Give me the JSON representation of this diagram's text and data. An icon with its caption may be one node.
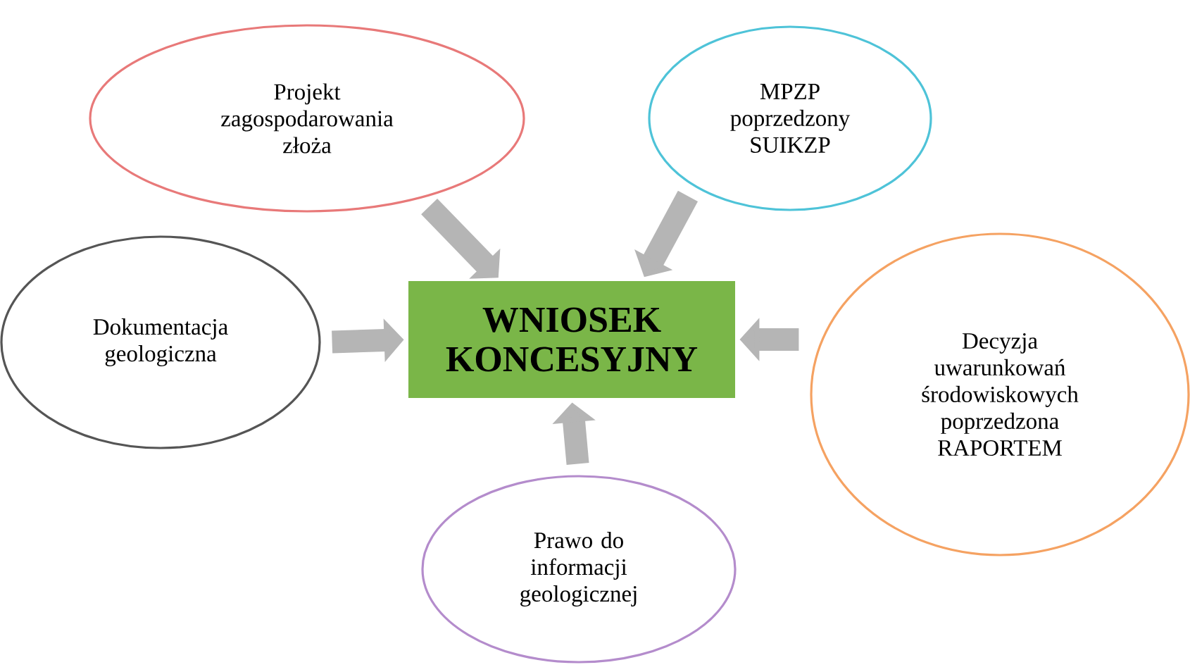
{
  "diagram": {
    "nodes": [
      {
        "text": [
          "WNIOSEK KONCESYJNY"
        ]
      },
      {
        "text": [
          "Projekt zagospodarowania złoża"
        ]
      },
      {
        "text": [
          "MPZP poprzedzony SUIKZP"
        ]
      },
      {
        "text": [
          "Dokumentacja geologiczna"
        ]
      },
      {
        "text": [
          "Decyzja uwarunkowań środowiskowych poprzedzona RAPORTEM"
        ]
      },
      {
        "text": [
          "Prawo do informacji geologicznej"
        ]
      }
    ],
    "edges": [
      {
        "from": 1,
        "to": 0,
        "arrow": "to"
      },
      {
        "from": 2,
        "to": 0,
        "arrow": "to"
      },
      {
        "from": 3,
        "to": 0,
        "arrow": "to"
      },
      {
        "from": 4,
        "to": 0,
        "arrow": "to"
      },
      {
        "from": 5,
        "to": 0,
        "arrow": "to"
      }
    ]
  }
}
